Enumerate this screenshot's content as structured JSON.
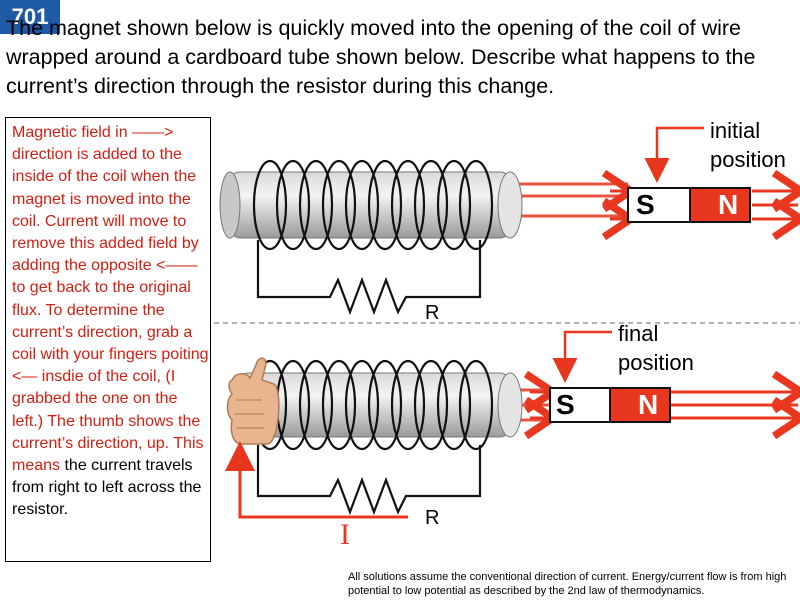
{
  "badge": "701",
  "question": "The magnet shown below is quickly moved into the opening of the coil of wire wrapped around a cardboard tube shown below. Describe what happens to the current’s direction through the resistor during this change.",
  "answer": {
    "red": "Magnetic field in ——> direction is added to the inside of the coil when the magnet is moved into the coil. Current will move to remove this added field by adding the opposite <—— to get back to the original flux. To determine the current’s direction, grab a coil with your fingers poiting <— insdie of the coil, (I grabbed the one on the left.) The thumb shows the current’s direction, up. This means",
    "black": " the current travels from right to left across the resistor."
  },
  "labels": {
    "initial_line1": "initial",
    "initial_line2": "position",
    "final_line1": "final",
    "final_line2": "position",
    "resistor_top": "R",
    "resistor_bottom": "R",
    "current": "I"
  },
  "magnet": {
    "south": "S",
    "north": "N"
  },
  "footnote": "All solutions assume the conventional direction of current. Energy/current flow is from high potential to low potential as described by the 2nd law of thermodynamics.",
  "colors": {
    "badge": "#1f5aa6",
    "answer_text": "#d21f12",
    "field_arrows": "#e8361f",
    "magnet_north": "#e8361f"
  },
  "icons": [
    "hand-thumbs-up-icon",
    "bar-magnet-icon",
    "resistor-icon",
    "coil-icon"
  ]
}
